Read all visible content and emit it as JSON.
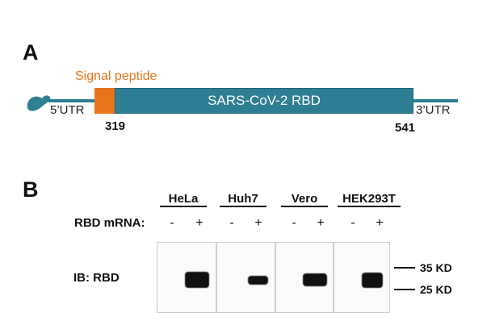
{
  "panel_a": {
    "label": "A",
    "signal_peptide": "Signal peptide",
    "rbd_label": "SARS-CoV-2 RBD",
    "utr5": "5’UTR",
    "utr3": "3’UTR",
    "start_residue": "319",
    "end_residue": "541",
    "colors": {
      "rbd": "#2e7f93",
      "signal": "#e8741a"
    }
  },
  "panel_b": {
    "label": "B",
    "row_label": "RBD mRNA:",
    "ib_label": "IB: RBD",
    "cell_lines": [
      {
        "name": "HeLa",
        "minus": "-",
        "plus": "+"
      },
      {
        "name": "Huh7",
        "minus": "-",
        "plus": "+"
      },
      {
        "name": "Vero",
        "minus": "-",
        "plus": "+"
      },
      {
        "name": "HEK293T",
        "minus": "-",
        "plus": "+"
      }
    ],
    "markers": [
      "35 KD",
      "25 KD"
    ]
  }
}
